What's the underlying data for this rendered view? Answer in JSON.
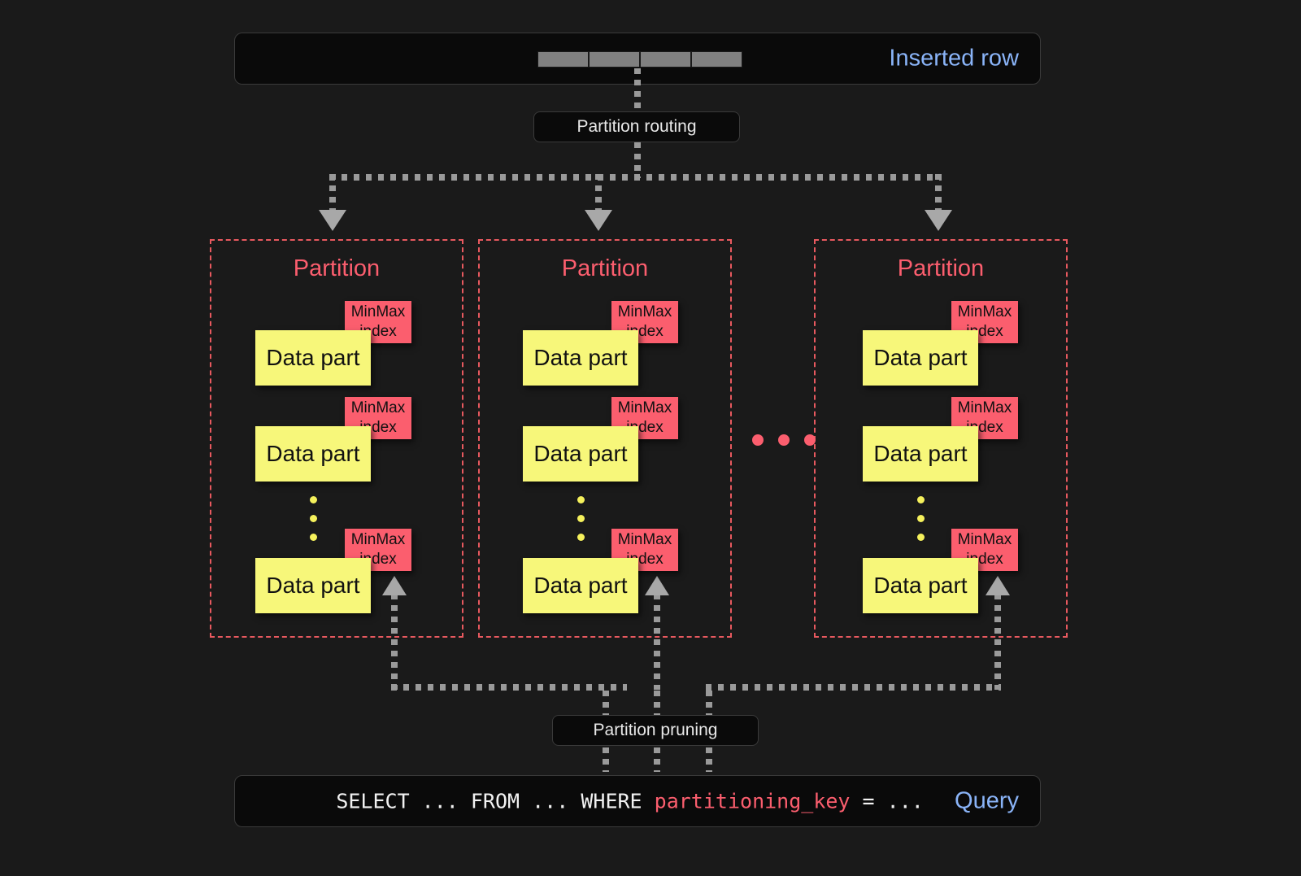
{
  "top_bar": {
    "label": "Inserted row",
    "label_color": "#8ab4f8",
    "cell_count": 4
  },
  "routing": {
    "label": "Partition routing"
  },
  "pruning": {
    "label": "Partition pruning"
  },
  "partitions": [
    {
      "title": "Partition",
      "parts": [
        {
          "data_label": "Data part",
          "index_label": "MinMax\nindex"
        },
        {
          "data_label": "Data part",
          "index_label": "MinMax\nindex"
        },
        {
          "data_label": "Data part",
          "index_label": "MinMax\nindex"
        }
      ]
    },
    {
      "title": "Partition",
      "parts": [
        {
          "data_label": "Data part",
          "index_label": "MinMax\nindex"
        },
        {
          "data_label": "Data part",
          "index_label": "MinMax\nindex"
        },
        {
          "data_label": "Data part",
          "index_label": "MinMax\nindex"
        }
      ]
    },
    {
      "title": "Partition",
      "parts": [
        {
          "data_label": "Data part",
          "index_label": "MinMax\nindex"
        },
        {
          "data_label": "Data part",
          "index_label": "MinMax\nindex"
        },
        {
          "data_label": "Data part",
          "index_label": "MinMax\nindex"
        }
      ]
    }
  ],
  "ellipsis": {
    "between_partitions_dots": 3,
    "within_partition_dots": 3
  },
  "query_bar": {
    "label": "Query",
    "label_color": "#8ab4f8",
    "text_prefix": "SELECT ... FROM ... WHERE ",
    "text_key": "partitioning_key",
    "text_suffix": " = ...",
    "key_color": "#fb5e6e"
  },
  "colors": {
    "background": "#1a1a1a",
    "panel": "#0a0a0a",
    "accent_blue": "#8ab4f8",
    "accent_red": "#fb5e6e",
    "data_part_yellow": "#f7f77a",
    "connector_gray": "#9a9a9a"
  }
}
